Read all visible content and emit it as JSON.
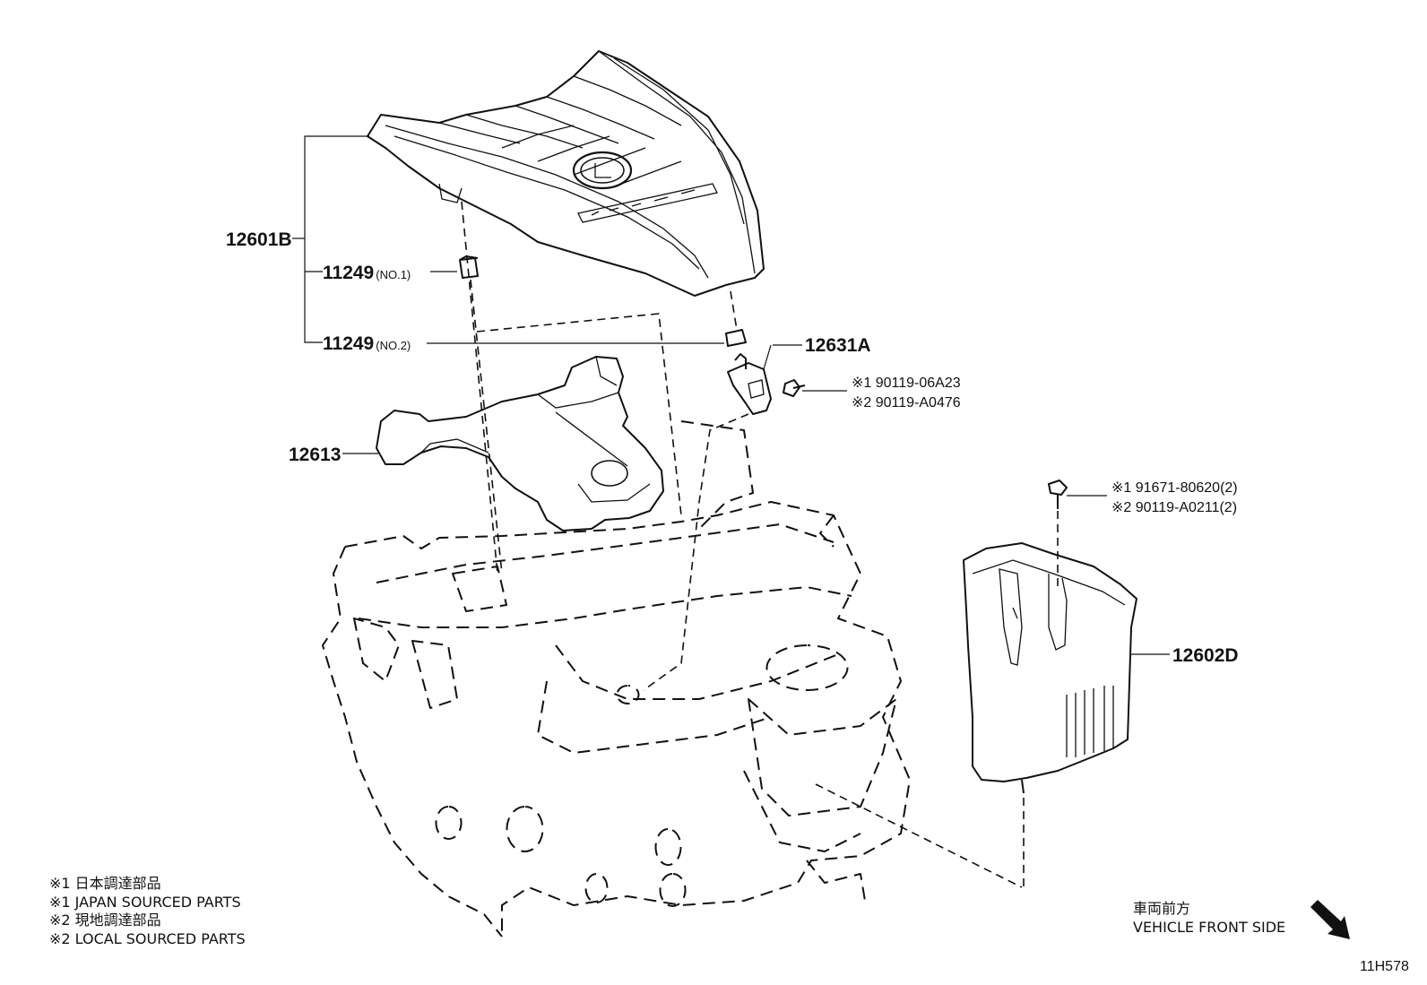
{
  "parts": {
    "engine_cover": "12601B",
    "insulator_code": "11249",
    "insulator_no1": "(NO.1)",
    "insulator_no2": "(NO.2)",
    "bracket": "12631A",
    "bracket_bolt_1": "※1  90119-06A23",
    "bracket_bolt_2": "※2  90119-A0476",
    "insulator_pad": "12613",
    "side_bolt_1": "※1  91671-80620(2)",
    "side_bolt_2": "※2  90119-A0211(2)",
    "side_cover": "12602D"
  },
  "legend": {
    "line1": "※1  日本調達部品",
    "line2": "※1  JAPAN SOURCED PARTS",
    "line3": "※2  現地調達部品",
    "line4": "※2  LOCAL SOURCED PARTS"
  },
  "direction": {
    "jp": "車両前方",
    "en": "VEHICLE FRONT SIDE"
  },
  "illustration_id": "11H578"
}
